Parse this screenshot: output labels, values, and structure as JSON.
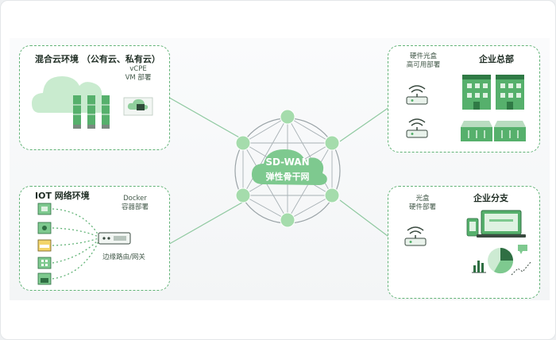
{
  "center": {
    "line1": "SD-WAN",
    "line2": "弹性骨干网"
  },
  "panels": {
    "hybrid_cloud": {
      "title": "混合云环境 （公有云、私有云）",
      "label": "vCPE\nVM 部署"
    },
    "iot": {
      "title": "IOT 网络环境",
      "label": "Docker\n容器部署",
      "edge_label": "边缘路由/网关"
    },
    "hq": {
      "title": "企业总部",
      "label": "硬件光盒\n高可用部署"
    },
    "branch": {
      "title": "企业分支",
      "label": "光盒\n硬件部署"
    }
  },
  "colors": {
    "accent": "#7ec98f",
    "dark": "#2f7a45",
    "node": "#a5dcac",
    "ring": "#9aa3a7",
    "line": "#8fc9a0"
  },
  "icons": [
    "cloud-icon",
    "server-icon",
    "wifi-router-icon",
    "building-icon",
    "network-switch-icon",
    "camera-icon",
    "car-icon",
    "laptop-icon",
    "phone-icon",
    "pie-chart-icon",
    "bar-chart-icon",
    "gateway-icon"
  ]
}
